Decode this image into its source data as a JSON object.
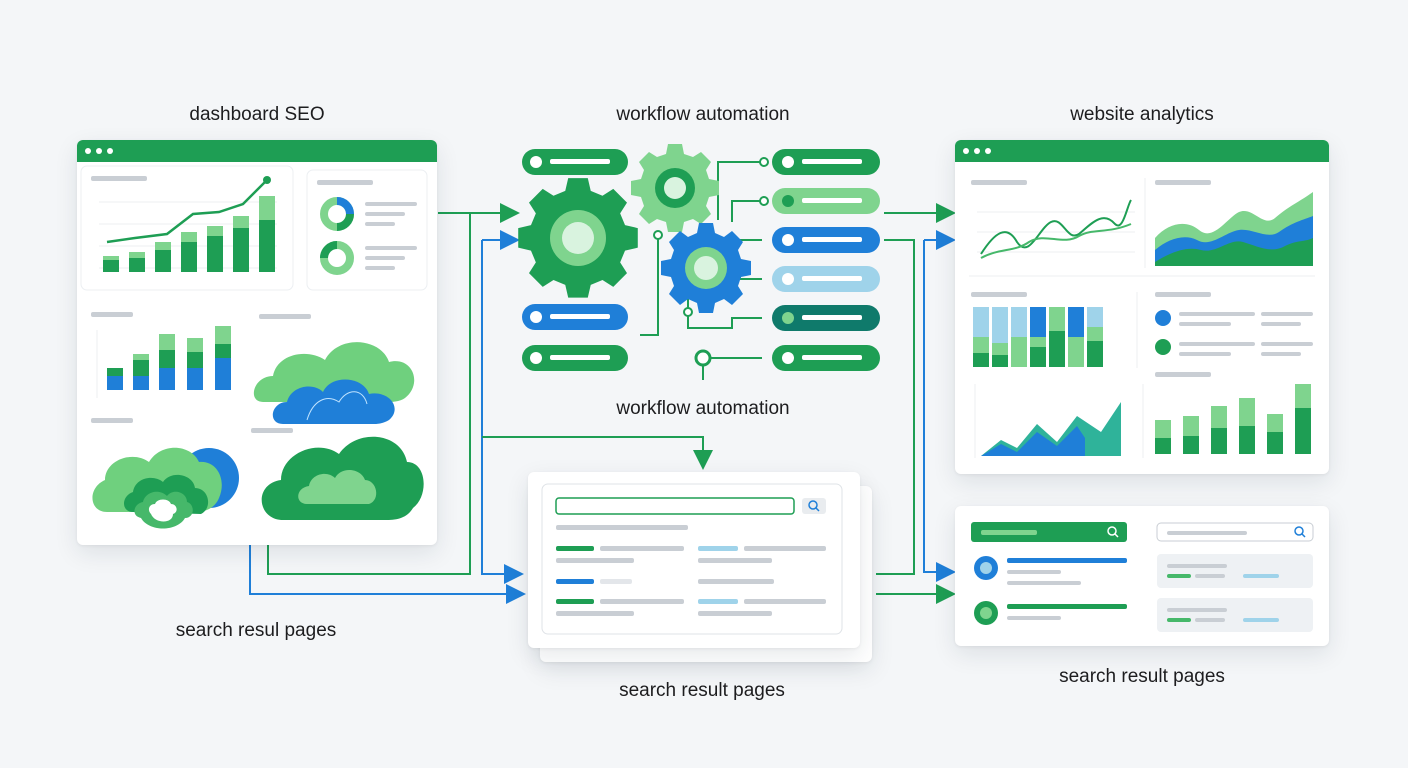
{
  "labels": {
    "dashboard_seo": "dashboard SEO",
    "workflow_automation_top": "workflow automation",
    "website_analytics": "website analytics",
    "workflow_automation_mid": "workflow automation",
    "search_result_pages_left": "search resul pages",
    "search_result_pages_center": "search result pages",
    "search_result_pages_right": "search result pages"
  },
  "colors": {
    "green_dark": "#1e9e54",
    "green_mid": "#46b86a",
    "green_light": "#7fd48e",
    "blue": "#1f7fd8",
    "blue_light": "#9fd3ea",
    "teal": "#0f7a6b",
    "gray_line": "#c9ced4"
  },
  "icons": [
    "gear-icon",
    "search-icon",
    "cloud-icon",
    "donut-icon",
    "window-dots-icon"
  ]
}
